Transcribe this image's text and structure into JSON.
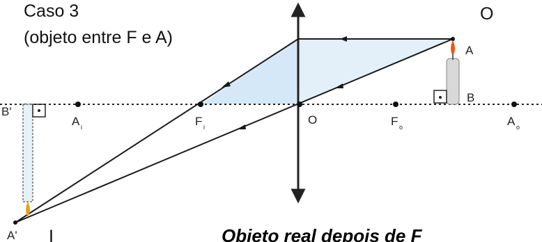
{
  "title": "Caso 3",
  "subtitle": "(objeto entre F e A)",
  "observer_label": "O",
  "points": {
    "A": "A",
    "B": "B",
    "O": "O",
    "F": "F",
    "F_i_sub": "i",
    "F_o_sub": "o",
    "A_i_sub": "i",
    "A_o_sub": "o",
    "B_prime": "B'",
    "A_prime": "A'"
  },
  "image_label": "I",
  "caption": "Objeto real depois de F",
  "colors": {
    "axis": "#222222",
    "ray": "#1a1a1a",
    "ray_fill": "#cfe6f7",
    "candle": "#d8d8d8",
    "flame": "#e85a1a",
    "image_candle": "#b9d7ea"
  }
}
